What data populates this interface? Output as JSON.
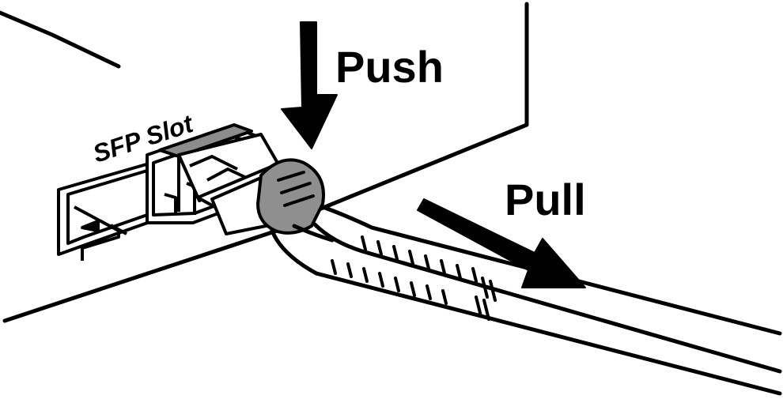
{
  "labels": {
    "push": "Push",
    "pull": "Pull",
    "slot": "SFP Slot"
  },
  "colors": {
    "ink": "#000000",
    "paper": "#ffffff",
    "latch_tab": "#8c8c8c",
    "release_band": "#8f8f8f"
  }
}
